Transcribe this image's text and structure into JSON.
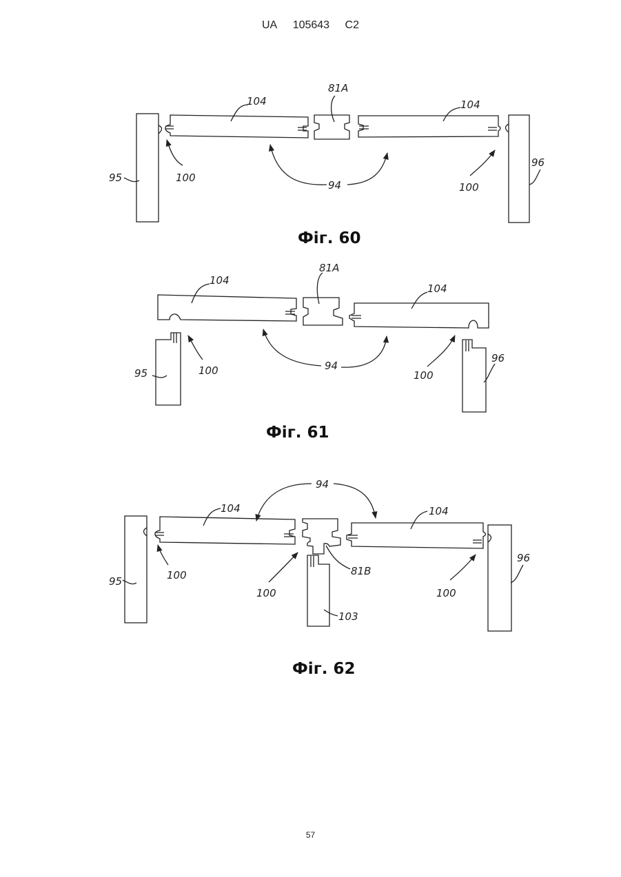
{
  "header": {
    "country": "UA",
    "number": "105643",
    "kind": "C2"
  },
  "page_number": "57",
  "figures": [
    {
      "caption": "Фіг. 60",
      "labels": {
        "left_panel": "104",
        "right_panel": "104",
        "connector": "81A",
        "left_post": "95",
        "right_post": "96",
        "left_joint": "100",
        "right_joint": "100",
        "panels": "94"
      }
    },
    {
      "caption": "Фіг. 61",
      "labels": {
        "left_panel": "104",
        "right_panel": "104",
        "connector": "81A",
        "left_post": "95",
        "right_post": "96",
        "left_joint": "100",
        "right_joint": "100",
        "panels": "94"
      }
    },
    {
      "caption": "Фіг. 62",
      "labels": {
        "left_panel": "104",
        "right_panel": "104",
        "connector": "81B",
        "left_post": "95",
        "right_post": "96",
        "left_joint": "100",
        "center_joint": "100",
        "right_joint": "100",
        "panels": "94",
        "center_post": "103"
      }
    }
  ]
}
